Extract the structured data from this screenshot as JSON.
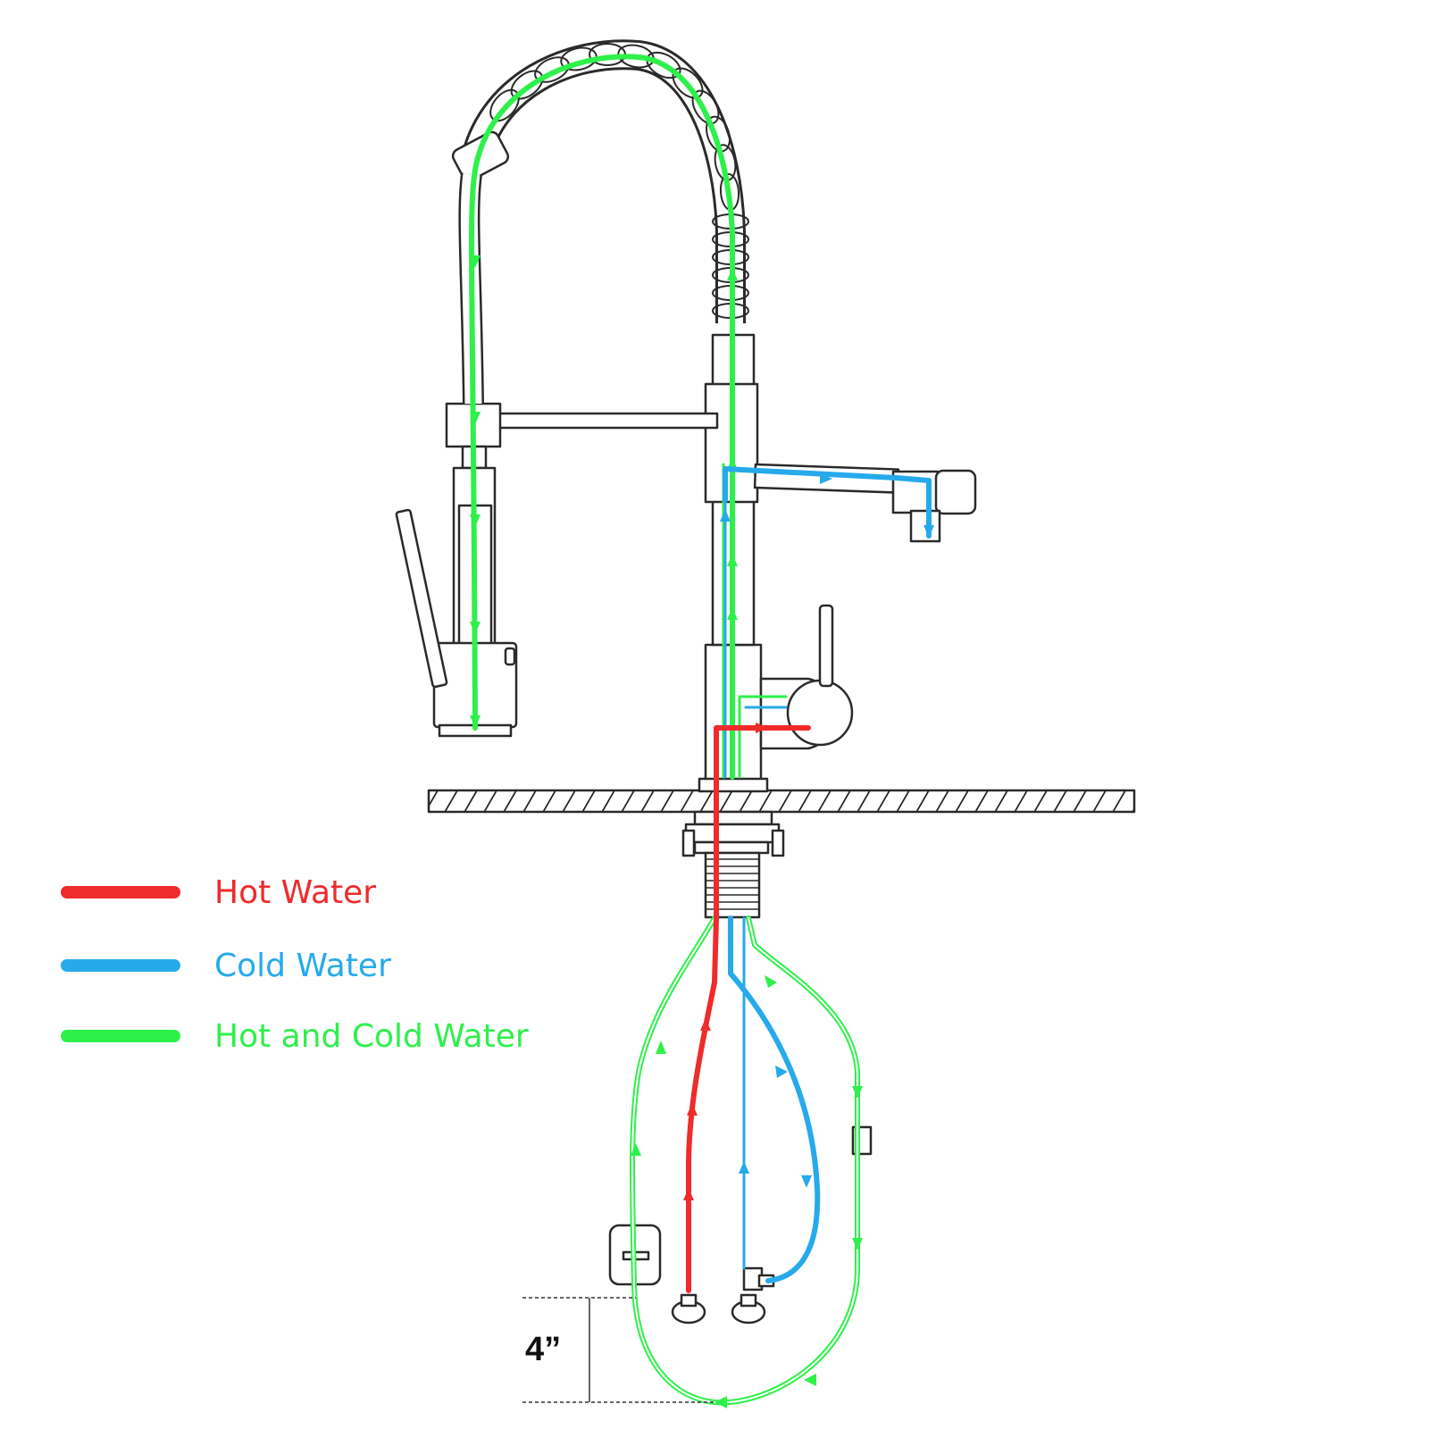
{
  "legend": {
    "items": [
      {
        "label": "Hot Water",
        "color": "#ef2b2b"
      },
      {
        "label": "Cold Water",
        "color": "#26aaeb"
      },
      {
        "label": "Hot and Cold Water",
        "color": "#2ef04a"
      }
    ]
  },
  "dimension": {
    "label": "4”"
  },
  "colors": {
    "hot": "#ef2b2b",
    "cold": "#26aaeb",
    "mixed": "#2ef04a",
    "outline": "#2a2a2a"
  }
}
